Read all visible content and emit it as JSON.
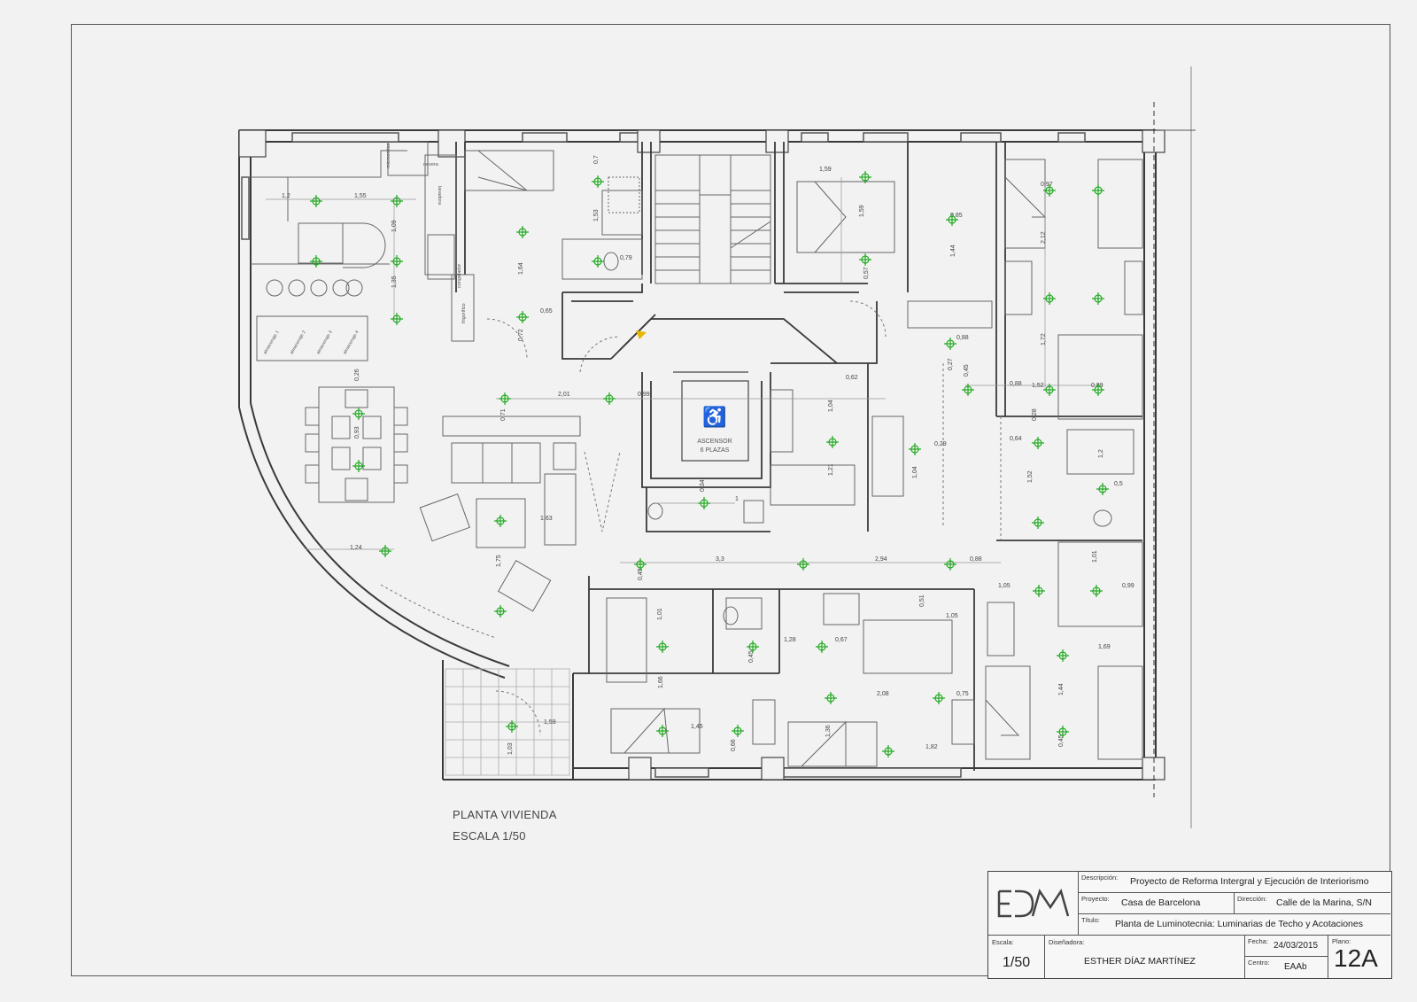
{
  "caption": {
    "plan_name": "PLANTA VIVIENDA",
    "scale_text": "ESCALA 1/50"
  },
  "rooms": {
    "lift_line1": "ASCENSOR",
    "lift_line2": "6 PLAZAS"
  },
  "kitchen_labels": [
    "microondas",
    "nevera",
    "lavadora",
    "congelador",
    "frigorífico"
  ],
  "cabinet_labels": [
    "almacenaje 1",
    "almacenaje 2",
    "almacenaje 3",
    "almacenaje 4"
  ],
  "dimensions": [
    "1,2",
    "1,55",
    "1,09",
    "1,35",
    "0,7",
    "1,53",
    "0,79",
    "1,64",
    "0,65",
    "0,72",
    "2,01",
    "0,99",
    "0,71",
    "0,93",
    "0,26",
    "1,63",
    "1,24",
    "1,75",
    "0,34",
    "1",
    "1,59",
    "1,59",
    "0,57",
    "0,62",
    "1,04",
    "1,21",
    "0,85",
    "1,44",
    "0,88",
    "0,27",
    "0,45",
    "0,29",
    "1,04",
    "0,88",
    "0,97",
    "2,12",
    "1,72",
    "1,52",
    "0,89",
    "0,28",
    "0,64",
    "1,52",
    "1,2",
    "0,5",
    "3,3",
    "2,94",
    "0,88",
    "0,45",
    "1,01",
    "1,66",
    "1,45",
    "0,66",
    "0,51",
    "1,05",
    "1,28",
    "0,67",
    "0,45",
    "2,08",
    "0,75",
    "1,36",
    "1,82",
    "1,01",
    "1,05",
    "0,99",
    "1,69",
    "1,44",
    "0,45",
    "1,59",
    "1,03"
  ],
  "title_block": {
    "logo_text": "EDM",
    "descripcion_label": "Descripción:",
    "descripcion": "Proyecto de Reforma Intergral y Ejecución de Interiorismo",
    "proyecto_label": "Proyecto:",
    "proyecto": "Casa de Barcelona",
    "direccion_label": "Dirección:",
    "direccion": "Calle de la Marina, S/N",
    "titulo_label": "Título:",
    "titulo": "Planta de Luminotecnia: Luminarias de Techo y Acotaciones",
    "escala_label": "Escala:",
    "escala": "1/50",
    "disenadora_label": "Diseñadora:",
    "disenadora": "ESTHER DÍAZ MARTÍNEZ",
    "fecha_label": "Fecha:",
    "fecha": "24/03/2015",
    "centro_label": "Centro:",
    "centro": "EAAb",
    "plano_label": "Plano:",
    "plano": "12A"
  },
  "colors": {
    "background": "#f2f2f2",
    "wall": "#3a3a3a",
    "line": "#777777",
    "luminaire": "#22aa22",
    "arrow": "#e6b800"
  }
}
